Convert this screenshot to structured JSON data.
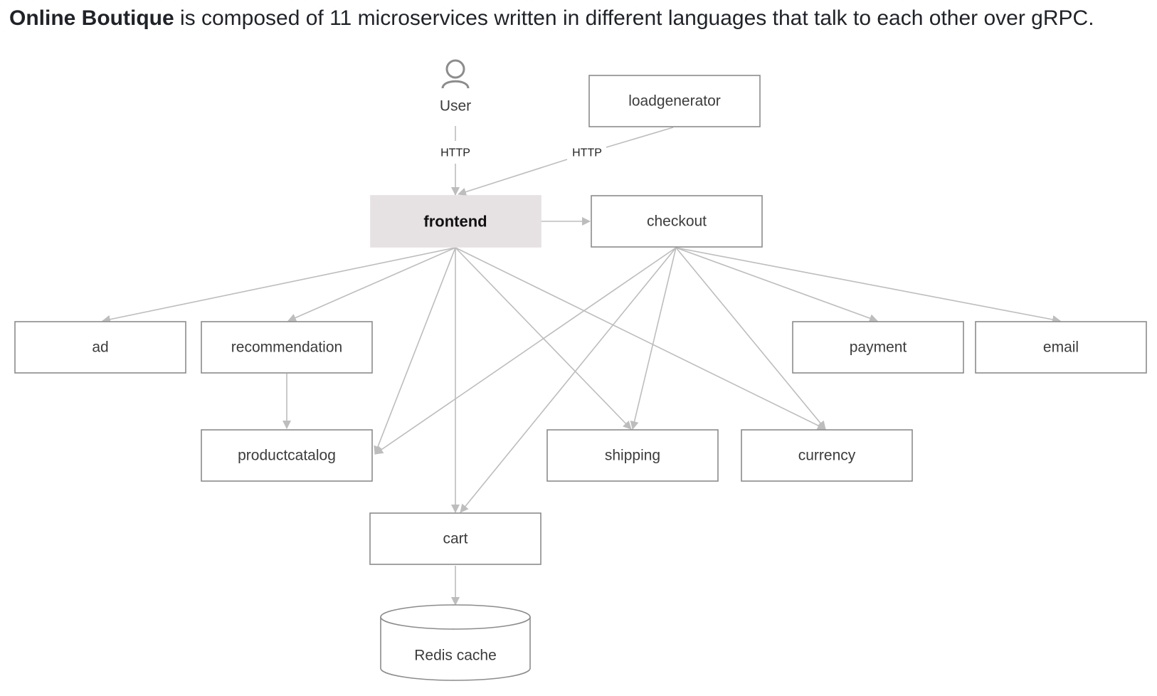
{
  "intro": {
    "bold": "Online Boutique",
    "rest": " is composed of 11 microservices written in different languages that talk to each other over gRPC."
  },
  "diagram": {
    "user_label": "User",
    "edge_labels": {
      "user_frontend": "HTTP",
      "loadgen_frontend": "HTTP"
    },
    "nodes": {
      "loadgenerator": "loadgenerator",
      "frontend": "frontend",
      "checkout": "checkout",
      "ad": "ad",
      "recommendation": "recommendation",
      "payment": "payment",
      "email": "email",
      "productcatalog": "productcatalog",
      "shipping": "shipping",
      "currency": "currency",
      "cart": "cart",
      "redis": "Redis cache"
    },
    "colors": {
      "highlight_fill": "#e6e1e3",
      "edge": "#bdbdbd",
      "border": "#8c8c8c"
    }
  }
}
